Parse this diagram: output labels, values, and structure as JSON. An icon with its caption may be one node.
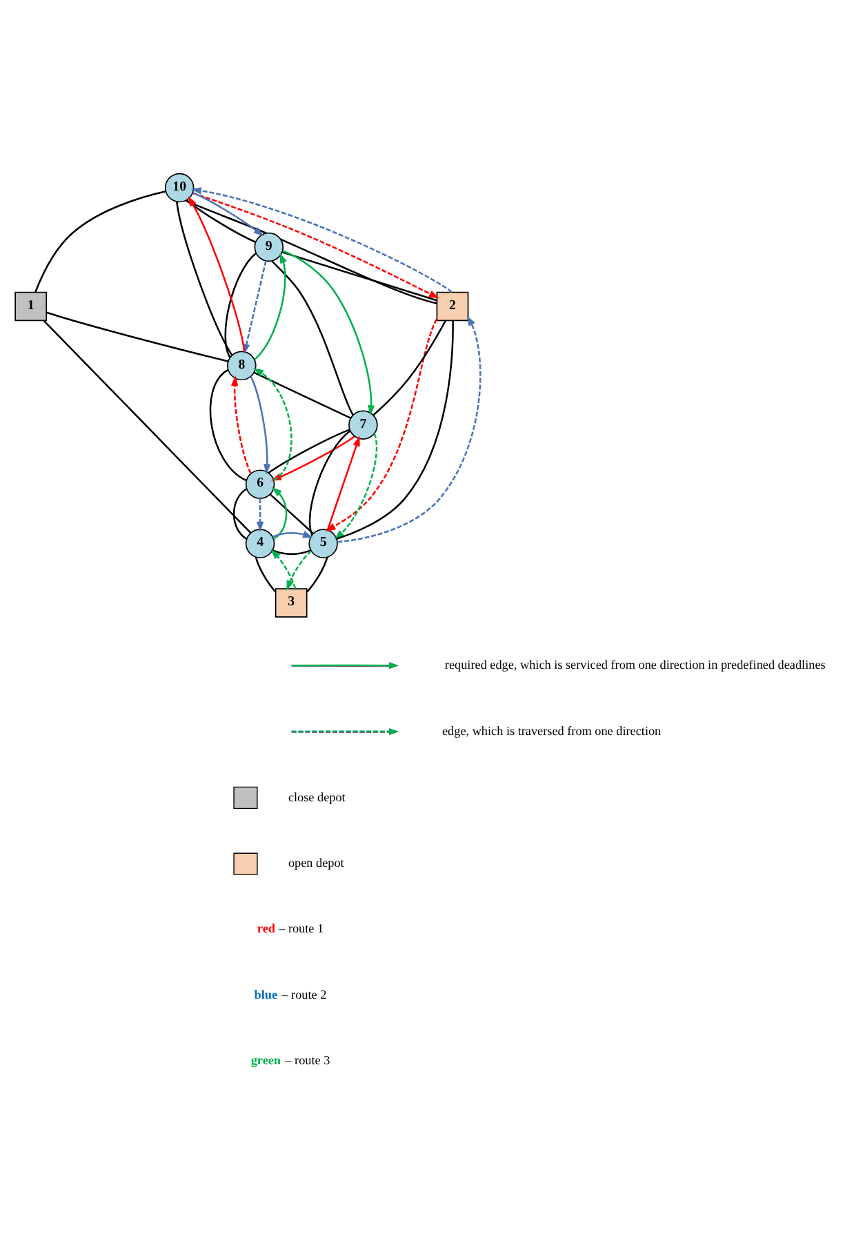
{
  "diagram": {
    "nodes": [
      {
        "text": [
          "10"
        ]
      },
      {
        "text": [
          "1"
        ]
      },
      {
        "text": [
          "2"
        ]
      },
      {
        "text": [
          "9"
        ]
      },
      {
        "text": [
          "8"
        ]
      },
      {
        "text": [
          "7"
        ]
      },
      {
        "text": [
          "6"
        ]
      },
      {
        "text": [
          "4"
        ]
      },
      {
        "text": [
          "5"
        ]
      },
      {
        "text": [
          "3"
        ]
      }
    ],
    "edges": [
      {
        "from": 1,
        "to": 0,
        "arrow": "none"
      },
      {
        "from": 1,
        "to": 4,
        "arrow": "none"
      },
      {
        "from": 1,
        "to": 7,
        "arrow": "none"
      },
      {
        "from": 0,
        "to": 2,
        "arrow": "none"
      },
      {
        "from": 0,
        "to": 4,
        "arrow": "none"
      },
      {
        "from": 0,
        "to": 3,
        "arrow": "none"
      },
      {
        "from": 3,
        "to": 2,
        "arrow": "none"
      },
      {
        "from": 3,
        "to": 4,
        "arrow": "none"
      },
      {
        "from": 3,
        "to": 5,
        "arrow": "none"
      },
      {
        "from": 4,
        "to": 5,
        "arrow": "none"
      },
      {
        "from": 4,
        "to": 6,
        "arrow": "none"
      },
      {
        "from": 5,
        "to": 6,
        "arrow": "none"
      },
      {
        "from": 5,
        "to": 2,
        "arrow": "none"
      },
      {
        "from": 5,
        "to": 8,
        "arrow": "none"
      },
      {
        "from": 6,
        "to": 8,
        "arrow": "none"
      },
      {
        "from": 6,
        "to": 7,
        "arrow": "none"
      },
      {
        "from": 7,
        "to": 8,
        "arrow": "none"
      },
      {
        "from": 7,
        "to": 9,
        "arrow": "none"
      },
      {
        "from": 9,
        "to": 8,
        "arrow": "none"
      },
      {
        "from": 8,
        "to": 2,
        "arrow": "none"
      },
      {
        "from": 0,
        "to": 2,
        "arrow": "to",
        "style": "dashed",
        "color": "#ff0000"
      },
      {
        "from": 2,
        "to": 8,
        "arrow": "to",
        "style": "dashed",
        "color": "#ff0000"
      },
      {
        "from": 8,
        "to": 5,
        "arrow": "to",
        "color": "#ff0000"
      },
      {
        "from": 5,
        "to": 6,
        "arrow": "to",
        "color": "#ff0000"
      },
      {
        "from": 6,
        "to": 4,
        "arrow": "to",
        "style": "dashed",
        "color": "#ff0000"
      },
      {
        "from": 4,
        "to": 0,
        "arrow": "to",
        "color": "#ff0000"
      },
      {
        "from": 2,
        "to": 0,
        "arrow": "to",
        "style": "dashed",
        "color": "#4a72b8"
      },
      {
        "from": 0,
        "to": 3,
        "arrow": "to",
        "color": "#4a72b8"
      },
      {
        "from": 3,
        "to": 4,
        "arrow": "to",
        "style": "dashed",
        "color": "#4a72b8"
      },
      {
        "from": 4,
        "to": 6,
        "arrow": "to",
        "color": "#4a72b8"
      },
      {
        "from": 6,
        "to": 7,
        "arrow": "to",
        "style": "dashed",
        "color": "#4a72b8"
      },
      {
        "from": 7,
        "to": 8,
        "arrow": "to",
        "color": "#4a72b8"
      },
      {
        "from": 8,
        "to": 2,
        "arrow": "to",
        "style": "dashed",
        "color": "#4a72b8"
      },
      {
        "from": 8,
        "to": 9,
        "arrow": "to",
        "style": "dashed",
        "color": "#00b050"
      },
      {
        "from": 9,
        "to": 7,
        "arrow": "to",
        "style": "dashed",
        "color": "#00b050"
      },
      {
        "from": 7,
        "to": 6,
        "arrow": "to",
        "color": "#00b050"
      },
      {
        "from": 6,
        "to": 4,
        "arrow": "to",
        "style": "dashed",
        "color": "#00b050"
      },
      {
        "from": 4,
        "to": 3,
        "arrow": "to",
        "color": "#00b050"
      },
      {
        "from": 3,
        "to": 5,
        "arrow": "to",
        "color": "#00b050"
      },
      {
        "from": 5,
        "to": 8,
        "arrow": "to",
        "style": "dashed",
        "color": "#00b050"
      }
    ],
    "legend": [
      {
        "text": "required edge, which is serviced from one direction in predefined deadlines"
      },
      {
        "text": "edge, which is traversed from one direction"
      },
      {
        "text": "close depot",
        "color": "#c0c0c0"
      },
      {
        "text": "open depot",
        "color": "#f8cfae"
      },
      {
        "text": "red – route 1",
        "color": "#ff0000"
      },
      {
        "text": "blue – route 2",
        "color": "#0070c0"
      },
      {
        "text": "green – route 3",
        "color": "#00b050"
      }
    ]
  }
}
